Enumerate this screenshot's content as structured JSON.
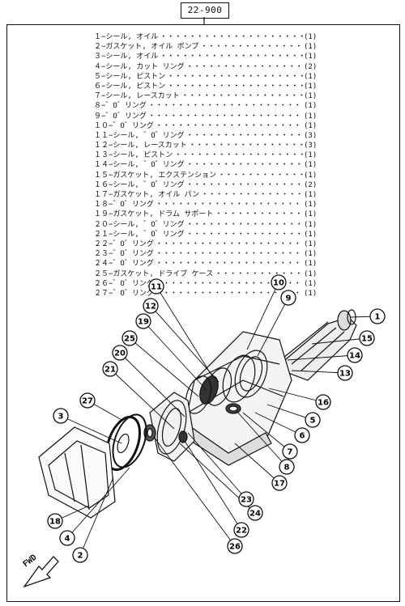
{
  "code": "22-900",
  "fwd_label": "FWD",
  "parts": [
    {
      "no": "1",
      "name": "シール, オイル",
      "qty": "(1)"
    },
    {
      "no": "2",
      "name": "ガスケット, オイル ポンプ",
      "qty": "(1)"
    },
    {
      "no": "3",
      "name": "シール, オイル",
      "qty": "(1)"
    },
    {
      "no": "4",
      "name": "シール, カット リング",
      "qty": "(2)"
    },
    {
      "no": "5",
      "name": "シール, ピストン",
      "qty": "(1)"
    },
    {
      "no": "6",
      "name": "シール, ピストン",
      "qty": "(1)"
    },
    {
      "no": "7",
      "name": "シール, レースカット",
      "qty": "(1)"
    },
    {
      "no": "8",
      "name": "゛O゛リング",
      "qty": "(1)"
    },
    {
      "no": "9",
      "name": "゛O゛リング",
      "qty": "(1)"
    },
    {
      "no": "10",
      "name": "゛O゛リング",
      "qty": "(1)"
    },
    {
      "no": "11",
      "name": "シール, ゛O゛リング",
      "qty": "(3)"
    },
    {
      "no": "12",
      "name": "シール, レースカット",
      "qty": "(3)"
    },
    {
      "no": "13",
      "name": "シール, ピストン",
      "qty": "(1)"
    },
    {
      "no": "14",
      "name": "シール, ゛O゛リング",
      "qty": "(1)"
    },
    {
      "no": "15",
      "name": "ガスケット, エクステンション",
      "qty": "(1)"
    },
    {
      "no": "16",
      "name": "シール, ゛O゛リング",
      "qty": "(2)"
    },
    {
      "no": "17",
      "name": "ガスケット, オイル パン",
      "qty": "(1)"
    },
    {
      "no": "18",
      "name": "゛O゛リング",
      "qty": "(1)"
    },
    {
      "no": "19",
      "name": "ガスケット, ドラム サポート",
      "qty": "(1)"
    },
    {
      "no": "20",
      "name": "シール, ゛O゛リング",
      "qty": "(1)"
    },
    {
      "no": "21",
      "name": "シール, ゛O゛リング",
      "qty": "(1)"
    },
    {
      "no": "22",
      "name": "゛O゛リング",
      "qty": "(1)"
    },
    {
      "no": "23",
      "name": "゛O゛リング",
      "qty": "(1)"
    },
    {
      "no": "24",
      "name": "゛O゛リング",
      "qty": "(1)"
    },
    {
      "no": "25",
      "name": "ガスケット, ドライブ ケース",
      "qty": "(1)"
    },
    {
      "no": "26",
      "name": "゛O゛リング",
      "qty": "(1)"
    },
    {
      "no": "27",
      "name": "゛O゛リング",
      "qty": "(1)"
    }
  ],
  "callouts": [
    "1",
    "2",
    "3",
    "4",
    "5",
    "6",
    "7",
    "8",
    "9",
    "10",
    "11",
    "12",
    "13",
    "14",
    "15",
    "16",
    "17",
    "18",
    "19",
    "20",
    "21",
    "22",
    "23",
    "24",
    "25",
    "26",
    "27"
  ]
}
